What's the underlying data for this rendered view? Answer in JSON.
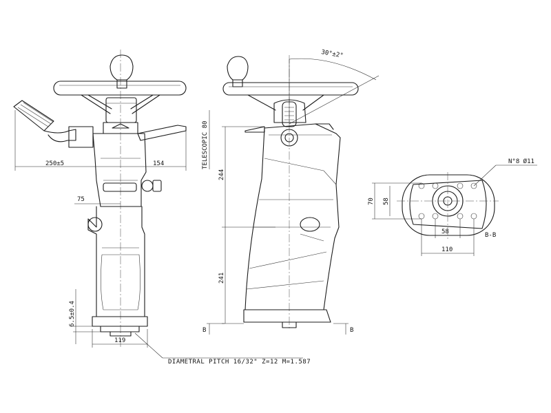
{
  "labels": {
    "width_left": "250±5",
    "width_right": "154",
    "dim_75": "75",
    "dim_119": "119",
    "dim_key": "6.5±0.4",
    "telescopic": "TELESCOPIC 80",
    "height_upper": "244",
    "height_lower": "241",
    "angle": "30°±2°",
    "section_mark_left": "B",
    "section_mark_right": "B",
    "holes": "N°8 Ø11",
    "dim_70": "70",
    "dim_58_v": "58",
    "dim_58_h": "58",
    "dim_110": "110",
    "section_name": "B-B",
    "pitch": "DIAMETRAL PITCH 16/32\" Z=12 M=1.587"
  },
  "colors": {
    "line": "#1a1a1a",
    "background": "#ffffff"
  }
}
